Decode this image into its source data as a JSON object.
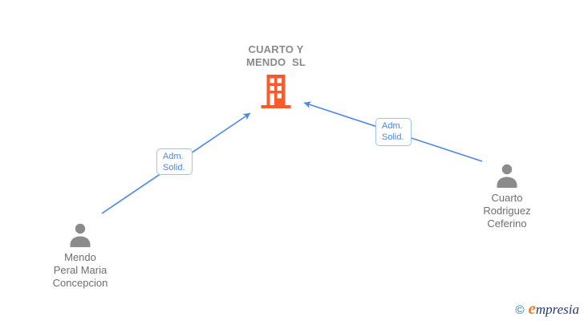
{
  "company": {
    "name_lines": [
      "CUARTO Y",
      "MENDO  SL"
    ],
    "icon": "building-icon"
  },
  "people": {
    "left": {
      "name_lines": [
        "Mendo",
        "Peral Maria",
        "Concepcion"
      ],
      "icon": "person-icon"
    },
    "right": {
      "name_lines": [
        "Cuarto",
        "Rodriguez",
        "Ceferino"
      ],
      "icon": "person-icon"
    }
  },
  "relationships": {
    "left": {
      "label_lines": [
        "Adm.",
        "Solid."
      ]
    },
    "right": {
      "label_lines": [
        "Adm.",
        "Solid."
      ]
    }
  },
  "watermark": {
    "copyright_symbol": "©",
    "brand_initial": "e",
    "brand_rest": "mpresia"
  },
  "colors": {
    "edge_blue": "#4a86e8",
    "label_border_blue": "#9ec1f7",
    "building_orange": "#fb5a2b",
    "person_gray": "#8b8b8b",
    "name_gray": "#6e6e6e",
    "title_gray": "#8a8a8a",
    "logo_teal": "#1b809e",
    "logo_orange": "#ef7d26",
    "logo_navy": "#253a75"
  }
}
